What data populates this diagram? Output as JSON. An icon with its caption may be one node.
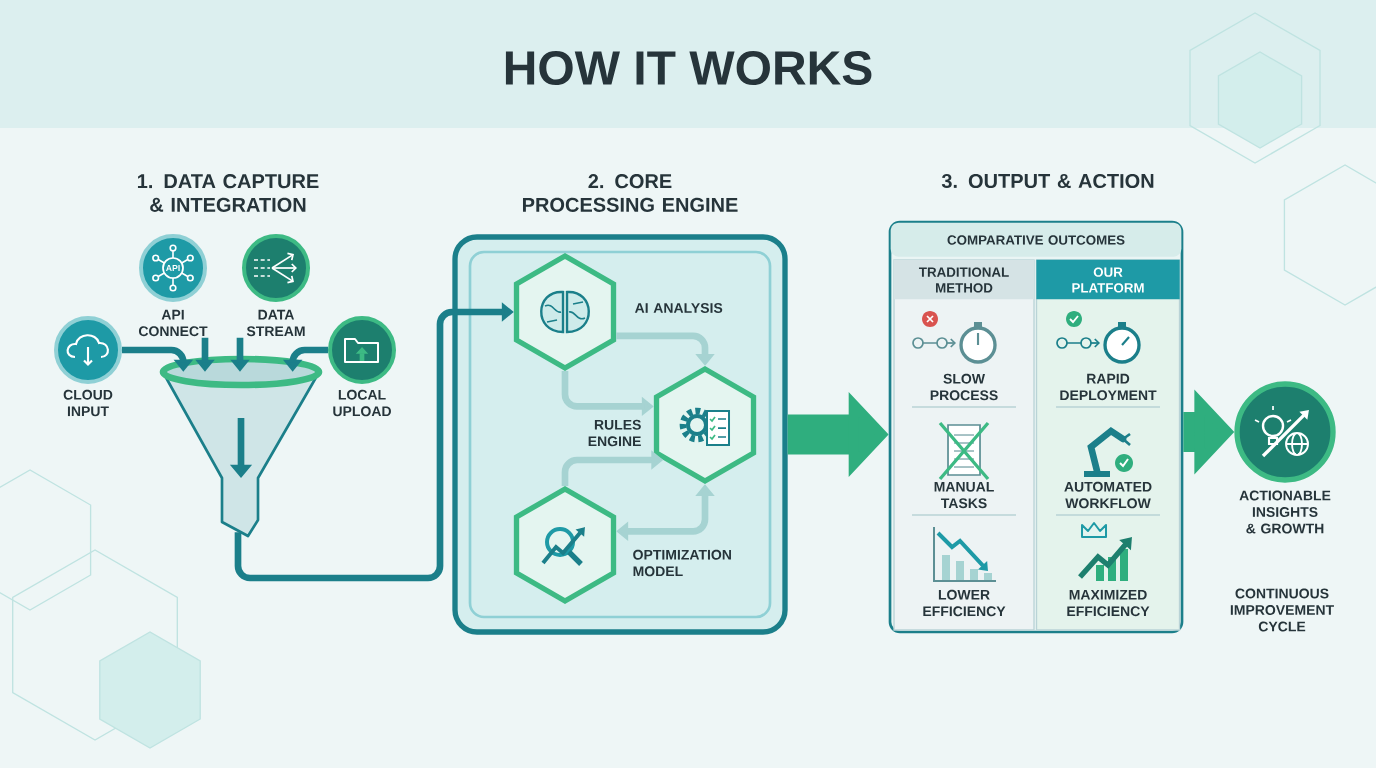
{
  "diagram": {
    "title": "HOW IT WORKS",
    "nodes": [
      {
        "text": [
          "CLOUD INPUT"
        ]
      },
      {
        "text": [
          "API CONNECT"
        ]
      },
      {
        "text": [
          "DATA STREAM"
        ]
      },
      {
        "text": [
          "LOCAL UPLOAD"
        ]
      },
      {
        "text": [],
        "shape": "picture"
      },
      {
        "text": [
          "2. CORE PROCESSING ENGINE"
        ]
      },
      {
        "text": [
          "AI ANALYSIS"
        ],
        "in": 5
      },
      {
        "text": [
          "RULES ENGINE"
        ],
        "in": 5
      },
      {
        "text": [
          "OPTIMIZATION MODEL"
        ],
        "in": 5
      },
      {
        "text": [
          "3. OUTPUT & ACTION",
          "COMPARATIVE OUTCOMES"
        ]
      },
      {
        "text": [
          "TRADITIONAL METHOD",
          "SLOW PROCESS",
          "MANUAL TASKS",
          "LOWER EFFICIENCY"
        ],
        "in": 9
      },
      {
        "text": [
          "OUR PLATFORM",
          "RAPID DEPLOYMENT",
          "AUTOMATED WORKFLOW",
          "MAXIMIZED EFFICIENCY"
        ],
        "in": 9
      },
      {
        "text": [
          "ACTIONABLE INSIGHTS & GROWTH"
        ]
      }
    ],
    "edges": [
      {
        "from": 0,
        "to": 4,
        "arrow": "to"
      },
      {
        "from": 1,
        "to": 4,
        "arrow": "to"
      },
      {
        "from": 2,
        "to": 4,
        "arrow": "to"
      },
      {
        "from": 3,
        "to": 4,
        "arrow": "to"
      },
      {
        "from": 4,
        "to": 6,
        "arrow": "to"
      },
      {
        "from": 6,
        "to": 7,
        "arrow": "to",
        "color": "#a6d3d2"
      },
      {
        "from": 6,
        "to": 7,
        "arrow": "to",
        "color": "#a6d3d2"
      },
      {
        "from": 8,
        "to": 7,
        "arrow": "to",
        "color": "#a6d3d2"
      },
      {
        "from": 8,
        "to": 7,
        "arrow": "both",
        "color": "#a6d3d2"
      },
      {
        "from": 5,
        "to": 9,
        "arrow": "to",
        "style": "thick",
        "color": "#2fae7e"
      },
      {
        "from": 9,
        "to": 12,
        "arrow": "to",
        "style": "thick",
        "color": "#2fae7e"
      }
    ],
    "labels": [
      "1. DATA CAPTURE & INTEGRATION",
      "API",
      "CONTINUOUS IMPROVEMENT CYCLE"
    ]
  }
}
